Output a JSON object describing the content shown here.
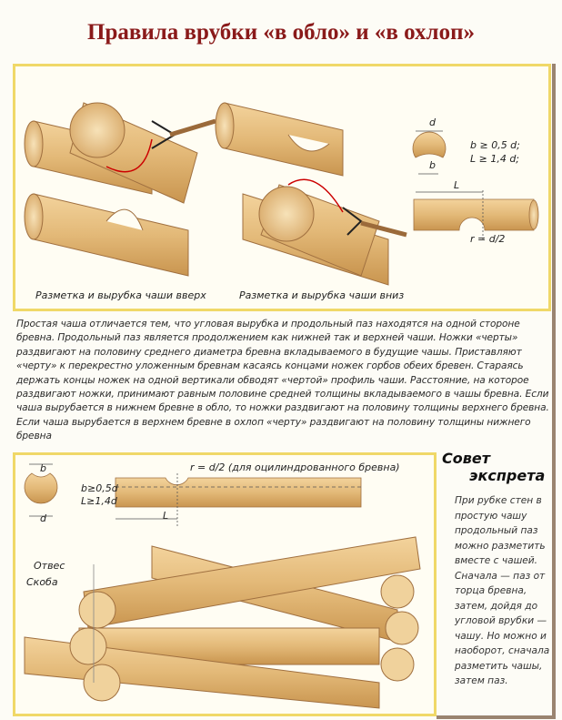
{
  "title": "Правила врубки «в обло» и «в охлоп»",
  "top_panel": {
    "caption_left": "Разметка и вырубка чаши вверх",
    "caption_right": "Разметка и вырубка чаши вниз",
    "dim_d": "d",
    "dim_b": "b",
    "formula_1": "b ≥ 0,5 d;",
    "formula_2": "L ≥ 1,4 d;",
    "dim_L": "L",
    "radius": "r = d/2"
  },
  "paragraph": "Простая чаша отличается тем, что угловая вырубка и продольный паз находятся на одной стороне бревна. Продольный паз является продолжением как нижней так и верхней чаши. Ножки «черты» раздвигают на половину среднего диаметра бревна вкладываемого в будущие чашы. Приставляют «черту» к перекрестно уложенным бревнам касаясь концами ножек горбов обеих бревен. Стараясь держать концы ножек на одной вертикали обводят «чертой» профиль чаши. Расстояние, на которое раздвигают ножки, принимают равным половине средней толщины вкладываемого в чашы бревна. Если чаша вырубается в нижнем бревне в обло, то ножки раздвигают на половину толщины верхнего бревна. Если чаша вырубается в верхнем бревне в охлоп «черту» раздвигают на половину толщины нижнего бревна",
  "bottom_panel": {
    "dim_b": "b",
    "dim_d": "d",
    "formula_1": "b≥0,5d",
    "formula_2": "L≥1,4d",
    "radius": "r = d/2 (для оцилиндрованного бревна)",
    "dim_L": "L",
    "label_plumb": "Отвес",
    "label_clamp": "Скоба"
  },
  "advice": {
    "title_1": "Совет",
    "title_2": "экспрета",
    "text": "При рубке стен в простую чашу продольный паз можно разметить вместе с чашей. Сначала — паз от торца бревна, затем, дойдя до угловой врубки — чашу. Но можно и наоборот, сначала разметить чашы, затем паз."
  },
  "colors": {
    "title": "#8a1a1a",
    "panel_border": "#f0d868",
    "wood": "#e3b978"
  }
}
